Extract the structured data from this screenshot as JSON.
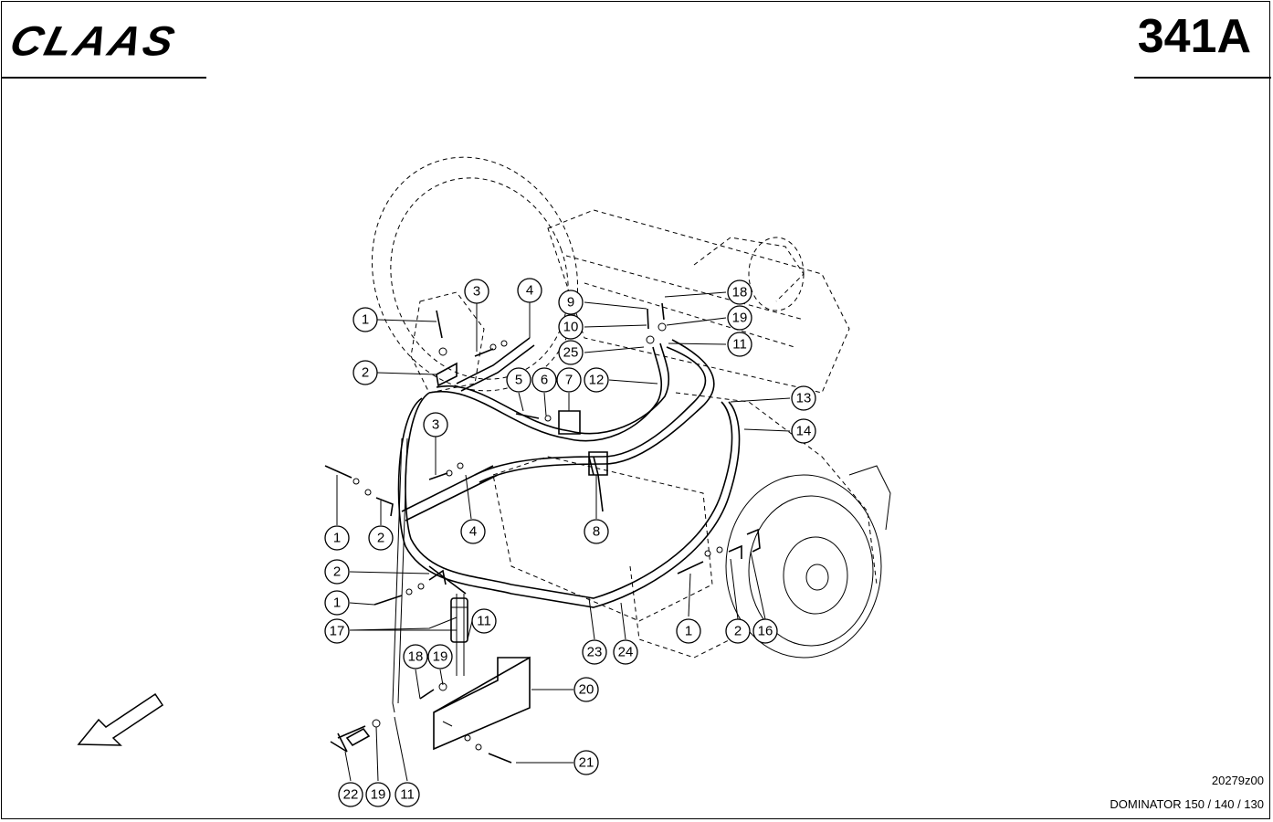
{
  "header": {
    "brand": "CLAAS",
    "page_number": "341A"
  },
  "footer": {
    "drawing_code": "20279z00",
    "model": "DOMINATOR 150 / 140 / 130"
  },
  "callouts": [
    {
      "label": "1"
    },
    {
      "label": "2"
    },
    {
      "label": "3"
    },
    {
      "label": "4"
    },
    {
      "label": "9"
    },
    {
      "label": "10"
    },
    {
      "label": "25"
    },
    {
      "label": "18"
    },
    {
      "label": "19"
    },
    {
      "label": "11"
    },
    {
      "label": "5"
    },
    {
      "label": "6"
    },
    {
      "label": "7"
    },
    {
      "label": "12"
    },
    {
      "label": "13"
    },
    {
      "label": "14"
    },
    {
      "label": "3"
    },
    {
      "label": "1"
    },
    {
      "label": "2"
    },
    {
      "label": "4"
    },
    {
      "label": "8"
    },
    {
      "label": "2"
    },
    {
      "label": "1"
    },
    {
      "label": "17"
    },
    {
      "label": "11"
    },
    {
      "label": "18"
    },
    {
      "label": "19"
    },
    {
      "label": "23"
    },
    {
      "label": "24"
    },
    {
      "label": "1"
    },
    {
      "label": "2"
    },
    {
      "label": "16"
    },
    {
      "label": "20"
    },
    {
      "label": "21"
    },
    {
      "label": "22"
    },
    {
      "label": "19"
    },
    {
      "label": "11"
    }
  ]
}
